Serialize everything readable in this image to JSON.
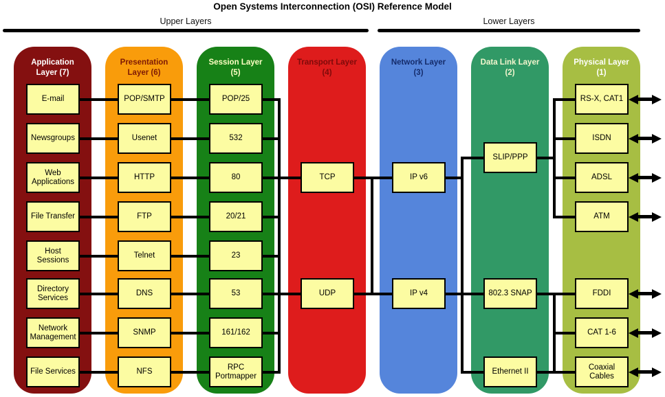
{
  "title": "Open Systems Interconnection (OSI) Reference Model",
  "sections": {
    "upper": "Upper Layers",
    "lower": "Lower Layers"
  },
  "icons": {
    "bidirectional_arrow": "double-headed horizontal arrow"
  },
  "colors": {
    "application": "#841010",
    "presentation": "#F99C0B",
    "session": "#178117",
    "transport": "#DE1C1C",
    "network": "#5585DB",
    "data_link": "#319966",
    "physical": "#A7BE43",
    "node_fill": "#FCFCA2",
    "node_border": "#000000",
    "connector": "#000000"
  },
  "layers": [
    {
      "name": "Application Layer (7)",
      "color": "#841010",
      "title_color": "#FFFFFF",
      "items": [
        "E-mail",
        "Newsgroups",
        "Web Applications",
        "File Transfer",
        "Host Sessions",
        "Directory Services",
        "Network Management",
        "File Services"
      ]
    },
    {
      "name": "Presentation Layer (6)",
      "color": "#F99C0B",
      "title_color": "#7E1A05",
      "items": [
        "POP/SMTP",
        "Usenet",
        "HTTP",
        "FTP",
        "Telnet",
        "DNS",
        "SNMP",
        "NFS"
      ]
    },
    {
      "name": "Session Layer (5)",
      "color": "#178117",
      "title_color": "#FFFFC4",
      "items": [
        "POP/25",
        "532",
        "80",
        "20/21",
        "23",
        "53",
        "161/162",
        "RPC Portmapper"
      ]
    },
    {
      "name": "Transport Layer (4)",
      "color": "#DE1C1C",
      "title_color": "#7E0A0A",
      "items": [
        "TCP",
        "UDP"
      ]
    },
    {
      "name": "Network Layer (3)",
      "color": "#5585DB",
      "title_color": "#152C6B",
      "items": [
        "IP v6",
        "IP v4"
      ]
    },
    {
      "name": "Data Link Layer (2)",
      "color": "#319966",
      "title_color": "#F2F5CE",
      "items": [
        "SLIP/PPP",
        "802.3 SNAP",
        "Ethernet II"
      ]
    },
    {
      "name": "Physical Layer (1)",
      "color": "#A7BE43",
      "title_color": "#FFFFFF",
      "items": [
        "RS-X, CAT1",
        "ISDN",
        "ADSL",
        "ATM",
        "FDDI",
        "CAT 1-6",
        "Coaxial Cables"
      ]
    }
  ]
}
